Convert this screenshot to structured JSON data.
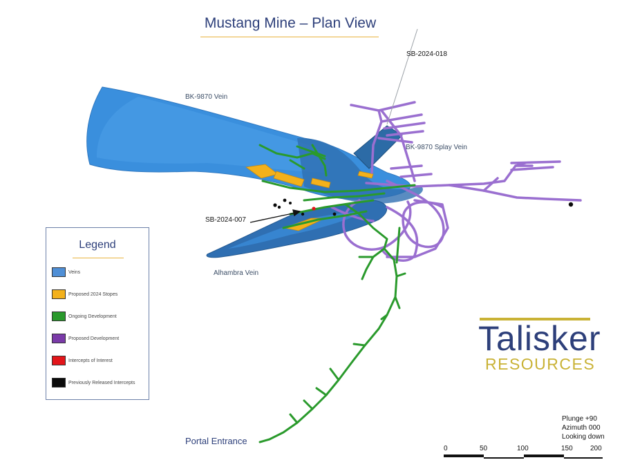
{
  "title": "Mustang Mine – Plan View",
  "labels": {
    "drillhole_018": "SB-2024-018",
    "drillhole_007": "SB-2024-007",
    "bk_vein": "BK-9870 Vein",
    "bk_splay_vein": "BK-9870 Splay Vein",
    "alhambra_vein": "Alhambra Vein",
    "portal": "Portal Entrance"
  },
  "legend": {
    "title": "Legend",
    "items": [
      {
        "label": "Veins",
        "color": "#4f8fd6"
      },
      {
        "label": "Proposed 2024 Stopes",
        "color": "#f3b11b"
      },
      {
        "label": "Ongoing Development",
        "color": "#2a9a2c"
      },
      {
        "label": "Proposed Development",
        "color": "#7a3aa8"
      },
      {
        "label": "Intercepts of Interest",
        "color": "#e3151a"
      },
      {
        "label": "Previously Released Intercepts",
        "color": "#0b0b0b"
      }
    ]
  },
  "logo": {
    "name": "Talisker",
    "subtitle": "RESOURCES",
    "primary_color": "#2d3f7a",
    "accent_color": "#c9b235"
  },
  "orientation": {
    "plunge": "Plunge +90",
    "azimuth": "Azimuth 000",
    "view": "Looking down"
  },
  "scale_bar": {
    "ticks": [
      "0",
      "50",
      "100",
      "150",
      "200"
    ]
  }
}
